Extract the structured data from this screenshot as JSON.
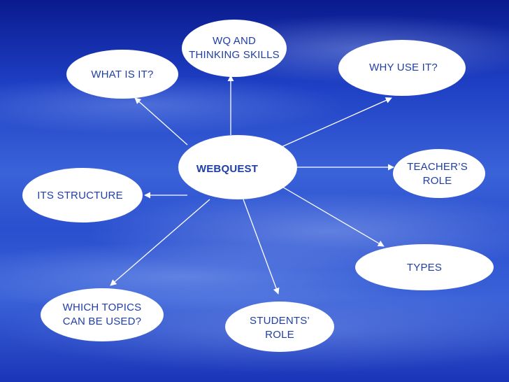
{
  "diagram": {
    "center": {
      "label": "WEBQUEST"
    },
    "nodes": [
      {
        "id": "what-is-it",
        "label": "WHAT IS IT?"
      },
      {
        "id": "wq-thinking-skills",
        "label": "WQ AND\nTHINKING SKILLS"
      },
      {
        "id": "why-use-it",
        "label": "WHY USE IT?"
      },
      {
        "id": "teachers-role",
        "label": "TEACHER’S\nROLE"
      },
      {
        "id": "its-structure",
        "label": "ITS STRUCTURE"
      },
      {
        "id": "types",
        "label": "TYPES"
      },
      {
        "id": "which-topics",
        "label": "WHICH TOPICS\nCAN BE USED?"
      },
      {
        "id": "students-role",
        "label": "STUDENTS’\nROLE"
      }
    ],
    "colors": {
      "node_fill": "#ffffff",
      "text": "#1f3fa6",
      "arrow": "#ffffff"
    }
  }
}
